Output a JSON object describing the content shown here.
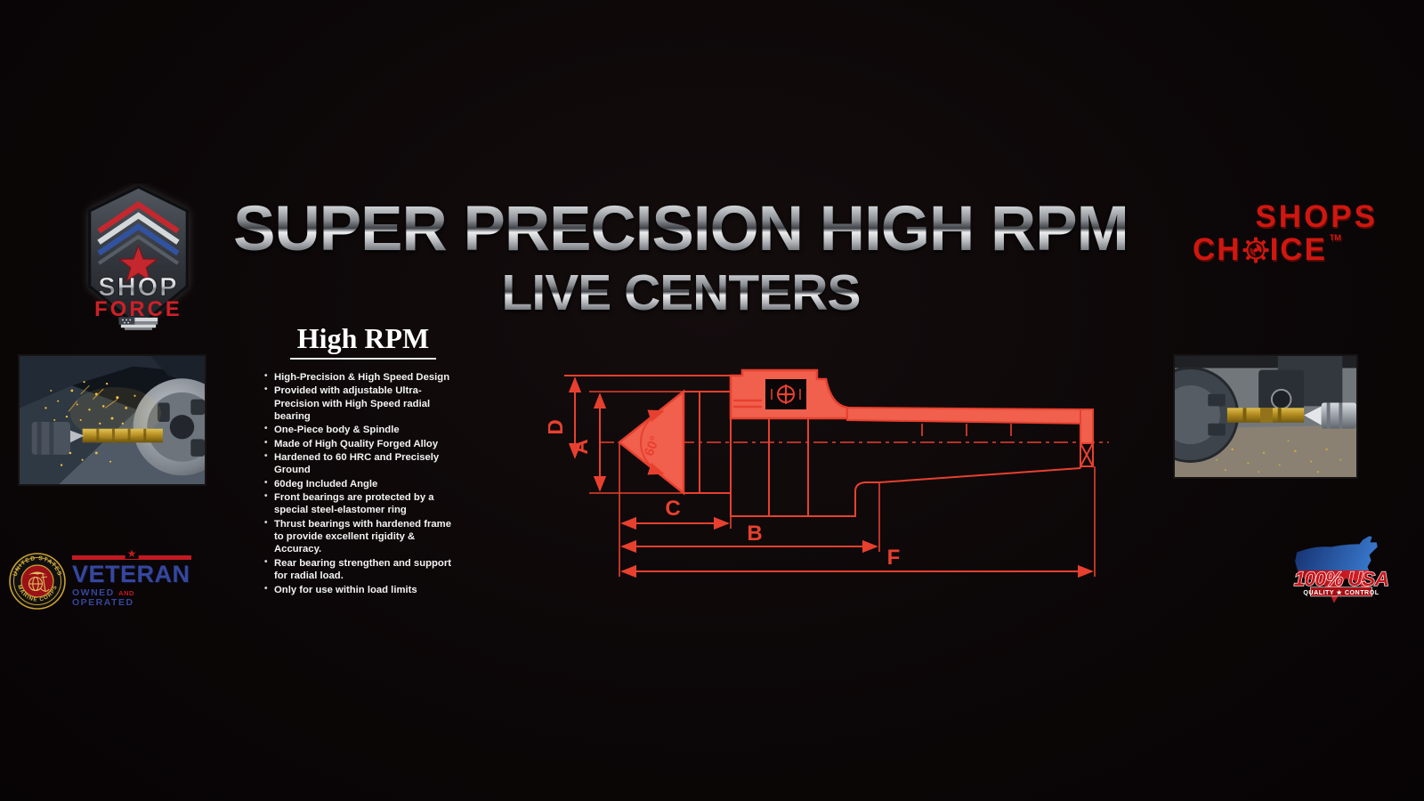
{
  "brand_left": {
    "line1": "SHOP",
    "line2": "FORCE"
  },
  "title": {
    "line1": "SUPER PRECISION HIGH RPM",
    "line2": "LIVE CENTERS"
  },
  "brand_right": {
    "line1": "SHOPS",
    "line2_prefix": "CH",
    "line2_suffix": "ICE",
    "trademark": "TM"
  },
  "features": {
    "heading": "High RPM",
    "items": [
      "High-Precision & High Speed Design",
      "Provided with adjustable Ultra-Precision with High Speed radial bearing",
      "One-Piece body & Spindle",
      "Made of High Quality Forged Alloy",
      "Hardened to 60 HRC and Precisely Ground",
      "60deg Included Angle",
      "Front bearings are protected by a special steel-elastomer ring",
      "Thrust bearings with hardened frame to provide excellent rigidity & Accuracy.",
      "Rear bearing strengthen and support for radial load.",
      "Only for use within load limits"
    ]
  },
  "diagram": {
    "labels": {
      "d": "D",
      "a": "A",
      "angle": "60°",
      "c": "C",
      "b": "B",
      "f": "F"
    },
    "colors": {
      "line": "#e8402f",
      "fill": "#f0604c"
    }
  },
  "veteran_badge": {
    "seal_text_top": "UNITED STATES",
    "seal_text_bottom": "MARINE CORPS",
    "star": "★",
    "title": "VETERAN",
    "sub_owned": "OWNED",
    "sub_and": "AND",
    "sub_operated": "OPERATED"
  },
  "usa_badge": {
    "headline": "100% USA",
    "subline": "QUALITY ★ CONTROL"
  },
  "colors": {
    "background": "#0b0607",
    "accent_red": "#cf1710",
    "diagram_red": "#e8402f",
    "diagram_fill": "#f0604c",
    "veteran_blue": "#35479e",
    "usmc_red": "#9c1118",
    "gold": "#d9b544",
    "chrome_light": "#f4f5f6"
  }
}
